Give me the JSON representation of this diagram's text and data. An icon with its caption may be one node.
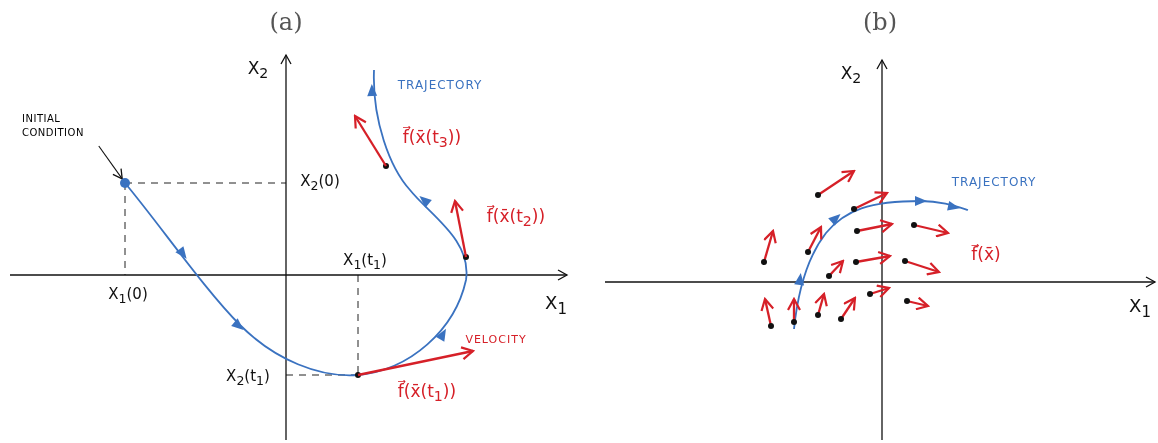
{
  "diagram": {
    "nodes": [
      {
        "text": [
          "INITIAL CONDITION"
        ]
      },
      {
        "text": [],
        "shape": "circle"
      }
    ],
    "edges": [
      {
        "from": 0,
        "to": 1,
        "arrow": "to"
      }
    ],
    "labels": [
      "(a)",
      "(b)",
      "X$_{2}$",
      "TRAJECTORY",
      "f⃗(x̄(t$_{3}$))",
      "X$_{2}$(0)",
      "f⃗(x̄(t$_{2}$))",
      "X$_{1}$(t$_{1}$)",
      "X$_{1}$(0)",
      "X$_{1}$",
      "VELOCITY",
      "X$_{2}$(t$_{1}$)",
      "f⃗(x̄(t$_{1}$))",
      "X$_{2}$",
      "TRAJECTORY",
      "f⃗(x̄)",
      "X$_{1}$"
    ]
  }
}
